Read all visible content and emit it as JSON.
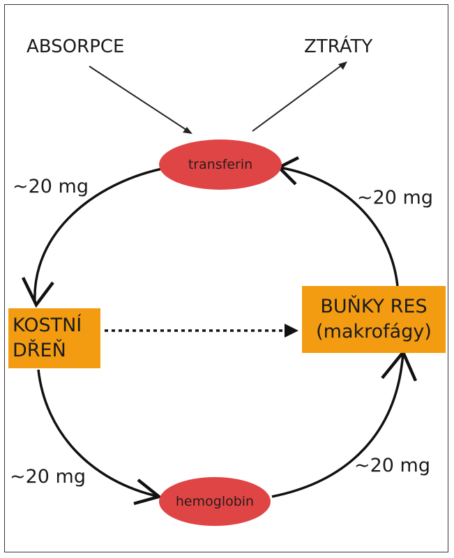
{
  "title": "",
  "inputs": {
    "absorption": "ABSORPCE",
    "losses": "ZTRÁTY"
  },
  "nodes": {
    "transferrin": "transferin",
    "hemoglobin": "hemoglobin",
    "bone_marrow": {
      "line1": "KOSTNÍ",
      "line2": "DŘEŇ"
    },
    "res_cells": {
      "line1": "BUŇKY RES",
      "line2": "(makrofágy)"
    }
  },
  "flows": {
    "transferrin_to_marrow": "~20 mg",
    "res_to_transferrin": "~20 mg",
    "marrow_to_hemoglobin": "~20 mg",
    "hemoglobin_to_res": "~20 mg"
  },
  "colors": {
    "node_oval": "#e04545",
    "node_box": "#f39c12",
    "arrow": "#111111"
  }
}
